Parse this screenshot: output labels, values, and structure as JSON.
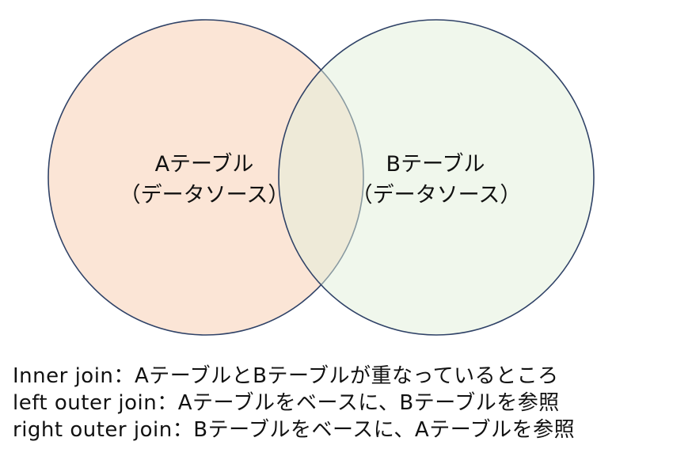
{
  "diagram": {
    "type": "venn",
    "circles": [
      {
        "id": "A",
        "label_line1": "Aテーブル",
        "label_line2": "（データソース）",
        "fill": "#FBE5D6",
        "stroke": "#2F4267"
      },
      {
        "id": "B",
        "label_line1": "Bテーブル",
        "label_line2": "（データソース）",
        "fill": "#E2F0D9",
        "stroke": "#2F4267"
      }
    ],
    "overlap_color": "#EDE8D8"
  },
  "legend": {
    "lines": [
      {
        "term": "Inner join",
        "separator": "：",
        "description": "AテーブルとBテーブルが重なっているところ"
      },
      {
        "term": "left outer join",
        "separator": "：",
        "description": "Aテーブルをベースに、Bテーブルを参照"
      },
      {
        "term": "right outer join",
        "separator": "：",
        "description": "Bテーブルをベースに、Aテーブルを参照"
      }
    ]
  }
}
